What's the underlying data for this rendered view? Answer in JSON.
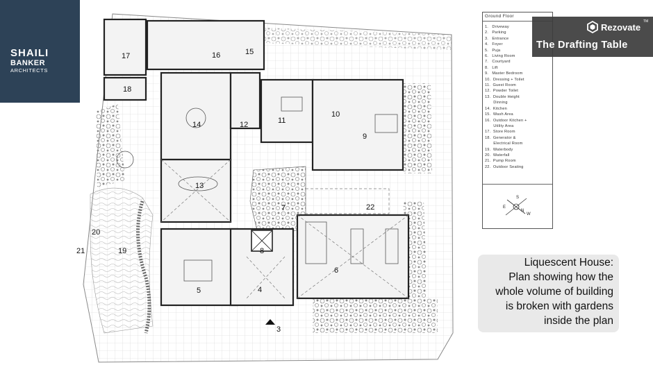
{
  "logo": {
    "line1": "SHAILI",
    "line2": "BANKER",
    "line3": "ARCHITECTS",
    "bg_color": "#2d4257"
  },
  "brand": {
    "icon": "rezovate-hexagon-icon",
    "name": "Rezovate",
    "tm": "TM",
    "subtitle": "The Drafting Table"
  },
  "legend": {
    "title": "Ground Floor",
    "items": [
      "1.   Driveway",
      "2.   Parking",
      "3.   Entrance",
      "4.   Foyer",
      "5.   Puja",
      "6.   Living Room",
      "7.   Courtyard",
      "8.   Lift",
      "9.   Master Bedroom",
      "10.  Dressing + Toilet",
      "11.  Guest Room",
      "12.  Powder Toilet",
      "13.  Double Height",
      "       Dinning",
      "14.  Kitchen",
      "15.  Wash Area",
      "16.  Outdoor Kitchen +",
      "       Utility Area",
      "17.  Store Room",
      "18.  Generator &",
      "       Electrical Room",
      "19.  Waterbody",
      "20.  Waterfall",
      "21.  Pump Room",
      "22.  Outdoor Seating"
    ],
    "compass": {
      "e": "E",
      "s": "S",
      "n": "N",
      "w": "W"
    }
  },
  "caption": {
    "lines": [
      "Liquescent House:",
      "Plan showing how the",
      "whole volume of building",
      "is broken with gardens",
      "inside the plan"
    ]
  },
  "plan": {
    "room_numbers": [
      "17",
      "16",
      "15",
      "18",
      "14",
      "12",
      "11",
      "10",
      "9",
      "13",
      "7",
      "22",
      "20",
      "21",
      "19",
      "8",
      "6",
      "5",
      "4",
      "3"
    ]
  }
}
